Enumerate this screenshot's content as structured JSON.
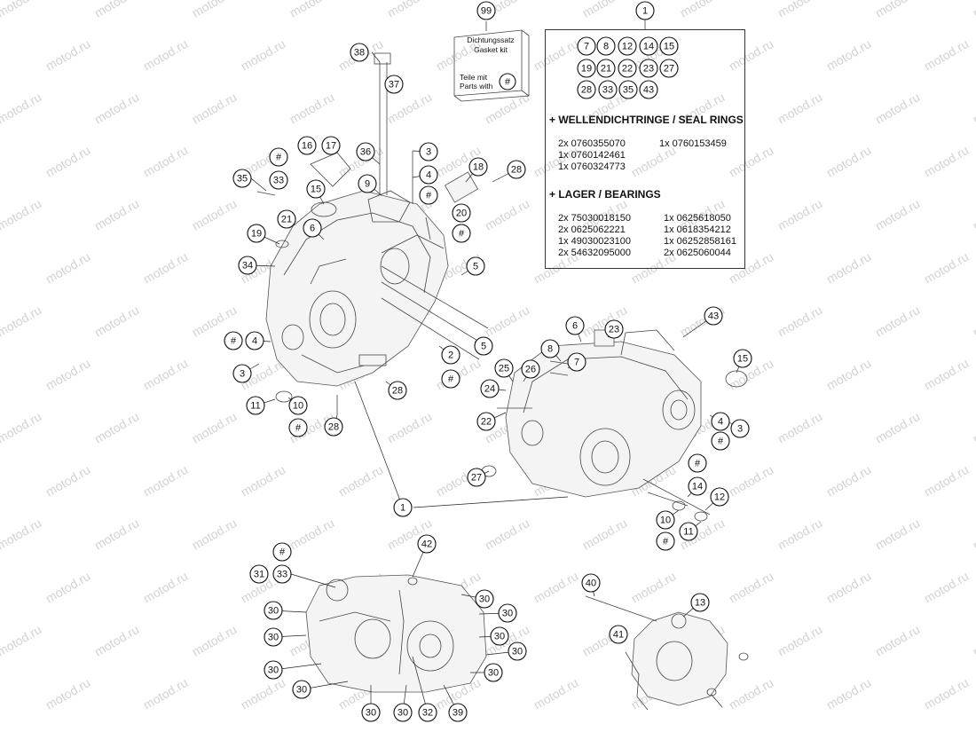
{
  "watermark": "motod.ru",
  "gasket_kit": {
    "number": "99",
    "line1": "Dichtungssatz",
    "line2": "Gasket kit",
    "line3": "Teile mit",
    "line4": "Parts with",
    "hash": "#"
  },
  "info_box": {
    "number": "1",
    "included_parts": [
      "7",
      "8",
      "12",
      "14",
      "15",
      "19",
      "21",
      "22",
      "23",
      "27",
      "28",
      "33",
      "35",
      "43"
    ],
    "seal_rings": {
      "heading": "+ WELLENDICHTRINGE / SEAL RINGS",
      "left": [
        "2x 0760355070",
        "1x 0760142461",
        "1x 0760324773"
      ],
      "right": [
        "1x 0760153459"
      ]
    },
    "bearings": {
      "heading": "+ LAGER  / BEARINGS",
      "left": [
        "2x 75030018150",
        "2x 0625062221",
        "1x 49030023100",
        "2x 54632095000"
      ],
      "right": [
        "1x 0625618050",
        "1x 0618354212",
        "1x 06252858161",
        "2x 0625060044"
      ]
    }
  },
  "callouts": [
    {
      "label": "38"
    },
    {
      "label": "37"
    },
    {
      "label": "16"
    },
    {
      "label": "17"
    },
    {
      "label": "36"
    },
    {
      "label": "3"
    },
    {
      "label": "#"
    },
    {
      "label": "33"
    },
    {
      "label": "35"
    },
    {
      "label": "9"
    },
    {
      "label": "4"
    },
    {
      "label": "18"
    },
    {
      "label": "28"
    },
    {
      "label": "15"
    },
    {
      "label": "#"
    },
    {
      "label": "20"
    },
    {
      "label": "21"
    },
    {
      "label": "#"
    },
    {
      "label": "19"
    },
    {
      "label": "6"
    },
    {
      "label": "34"
    },
    {
      "label": "5"
    },
    {
      "label": "5"
    },
    {
      "label": "#"
    },
    {
      "label": "4"
    },
    {
      "label": "2"
    },
    {
      "label": "#"
    },
    {
      "label": "3"
    },
    {
      "label": "28"
    },
    {
      "label": "11"
    },
    {
      "label": "10"
    },
    {
      "label": "#"
    },
    {
      "label": "28"
    },
    {
      "label": "1"
    },
    {
      "label": "6"
    },
    {
      "label": "23"
    },
    {
      "label": "43"
    },
    {
      "label": "8"
    },
    {
      "label": "7"
    },
    {
      "label": "25"
    },
    {
      "label": "26"
    },
    {
      "label": "24"
    },
    {
      "label": "15"
    },
    {
      "label": "22"
    },
    {
      "label": "4"
    },
    {
      "label": "#"
    },
    {
      "label": "3"
    },
    {
      "label": "#"
    },
    {
      "label": "14"
    },
    {
      "label": "27"
    },
    {
      "label": "12"
    },
    {
      "label": "10"
    },
    {
      "label": "11"
    },
    {
      "label": "#"
    },
    {
      "label": "#"
    },
    {
      "label": "31"
    },
    {
      "label": "33"
    },
    {
      "label": "42"
    },
    {
      "label": "30"
    },
    {
      "label": "30"
    },
    {
      "label": "30"
    },
    {
      "label": "30"
    },
    {
      "label": "30"
    },
    {
      "label": "30"
    },
    {
      "label": "30"
    },
    {
      "label": "30"
    },
    {
      "label": "30"
    },
    {
      "label": "30"
    },
    {
      "label": "30"
    },
    {
      "label": "32"
    },
    {
      "label": "39"
    },
    {
      "label": "40"
    },
    {
      "label": "13"
    },
    {
      "label": "41"
    }
  ]
}
